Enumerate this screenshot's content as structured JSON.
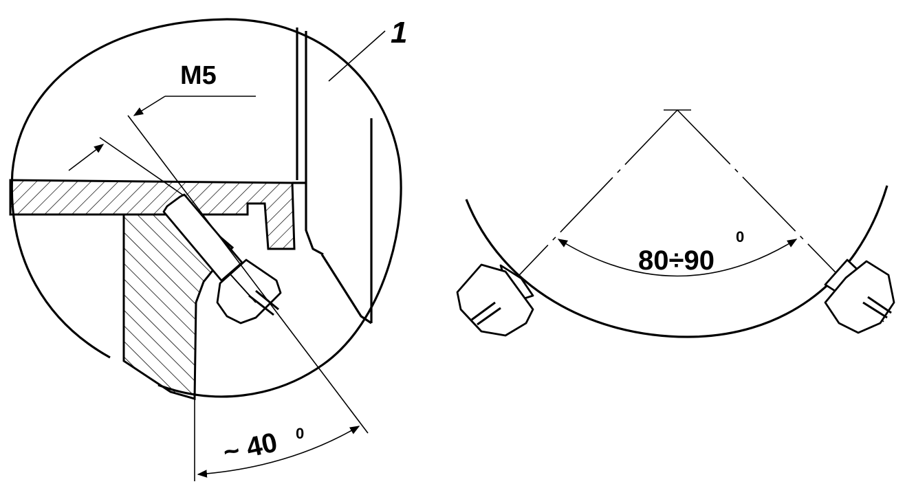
{
  "labels": {
    "thread": "M5",
    "part_number": "1",
    "tilt_angle": "~ 40",
    "tilt_angle_degree": "0",
    "spread_angle": "80÷90",
    "spread_angle_degree": "0"
  }
}
